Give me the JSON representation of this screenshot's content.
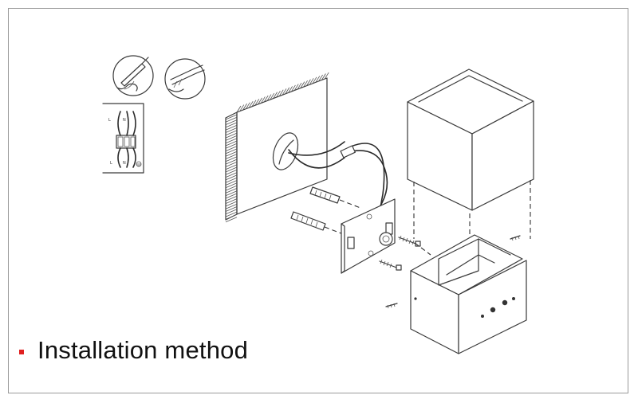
{
  "caption": {
    "text": "Installation method",
    "bullet_color": "#e02020"
  },
  "wiring": {
    "terminal_labels": [
      "L",
      "N"
    ]
  },
  "icons": [
    "screwdriver-in-hand-icon",
    "wire-stripper-in-hand-icon",
    "ground-symbol-icon"
  ]
}
